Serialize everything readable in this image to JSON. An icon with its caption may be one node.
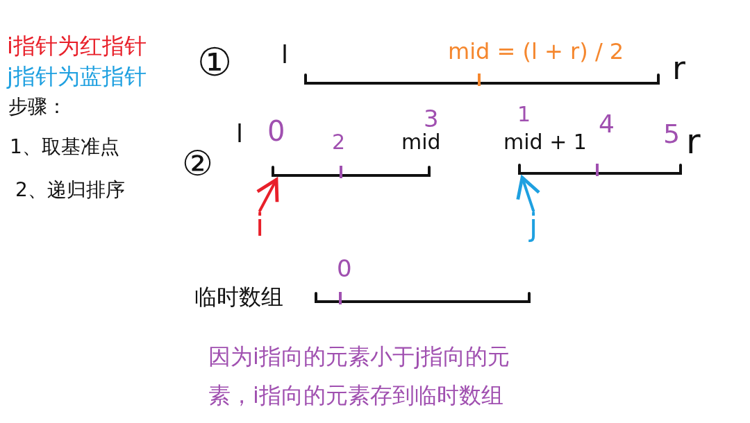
{
  "diagram": {
    "nodes": [
      {
        "text": [
          "i"
        ]
      },
      {
        "text": [
          "j"
        ]
      },
      {
        "text": [],
        "shape": "bar"
      },
      {
        "text": [],
        "shape": "bar"
      },
      {
        "text": [],
        "shape": "bar"
      },
      {
        "text": [],
        "shape": "bar"
      }
    ],
    "edges": [
      {
        "from": 0,
        "to": 3,
        "arrow": "to",
        "color": "#e8202a"
      },
      {
        "from": 1,
        "to": 4,
        "arrow": "to",
        "color": "#1ea0e0"
      }
    ],
    "labels": [
      "i指针为红指针",
      "j指针为蓝指针",
      "步骤：",
      "1、取基准点",
      "2、递归排序",
      "①",
      "l",
      "mid = (l + r) / 2",
      "r",
      "②",
      "l",
      "0",
      "2",
      "3",
      "mid",
      "1",
      "mid + 1",
      "4",
      "5",
      "r",
      "临时数组",
      "0",
      "因为i指向的元素小于j指向的元素，i指向的元素存到临时数组"
    ]
  }
}
